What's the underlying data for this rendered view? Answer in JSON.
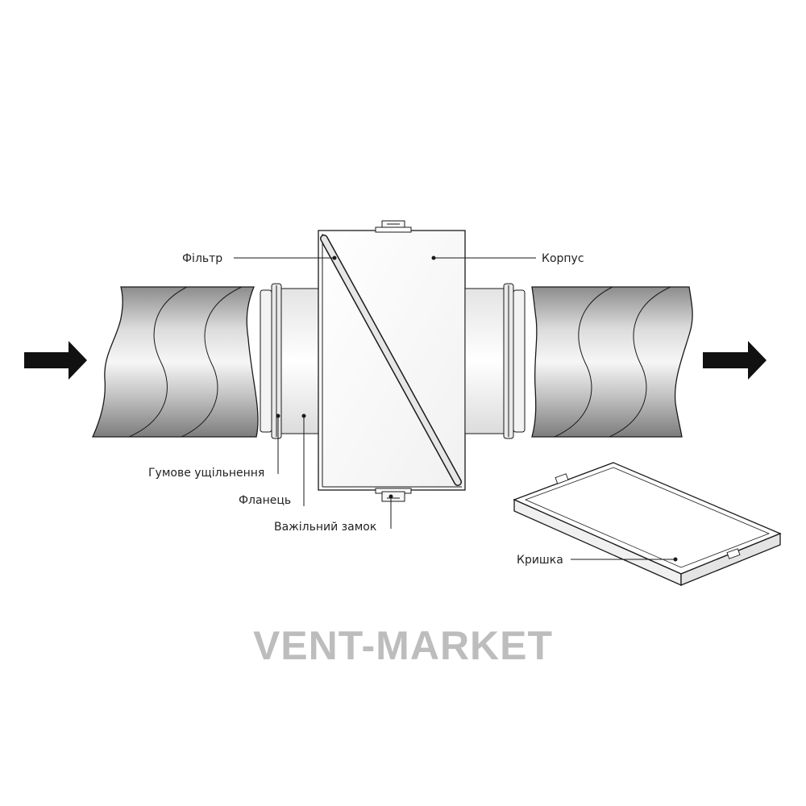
{
  "labels": {
    "filter": "Фільтр",
    "housing": "Корпус",
    "rubber_seal": "Гумове ущільнення",
    "flange": "Фланець",
    "lever_lock": "Важільний замок",
    "cover": "Кришка"
  },
  "watermark": "VENT-MARKET",
  "colors": {
    "arrow": "#111111",
    "line": "#1a1a1a",
    "watermark": "#bdbdbd"
  },
  "icons": {
    "inlet": "arrow-right-icon",
    "outlet": "arrow-right-icon"
  }
}
